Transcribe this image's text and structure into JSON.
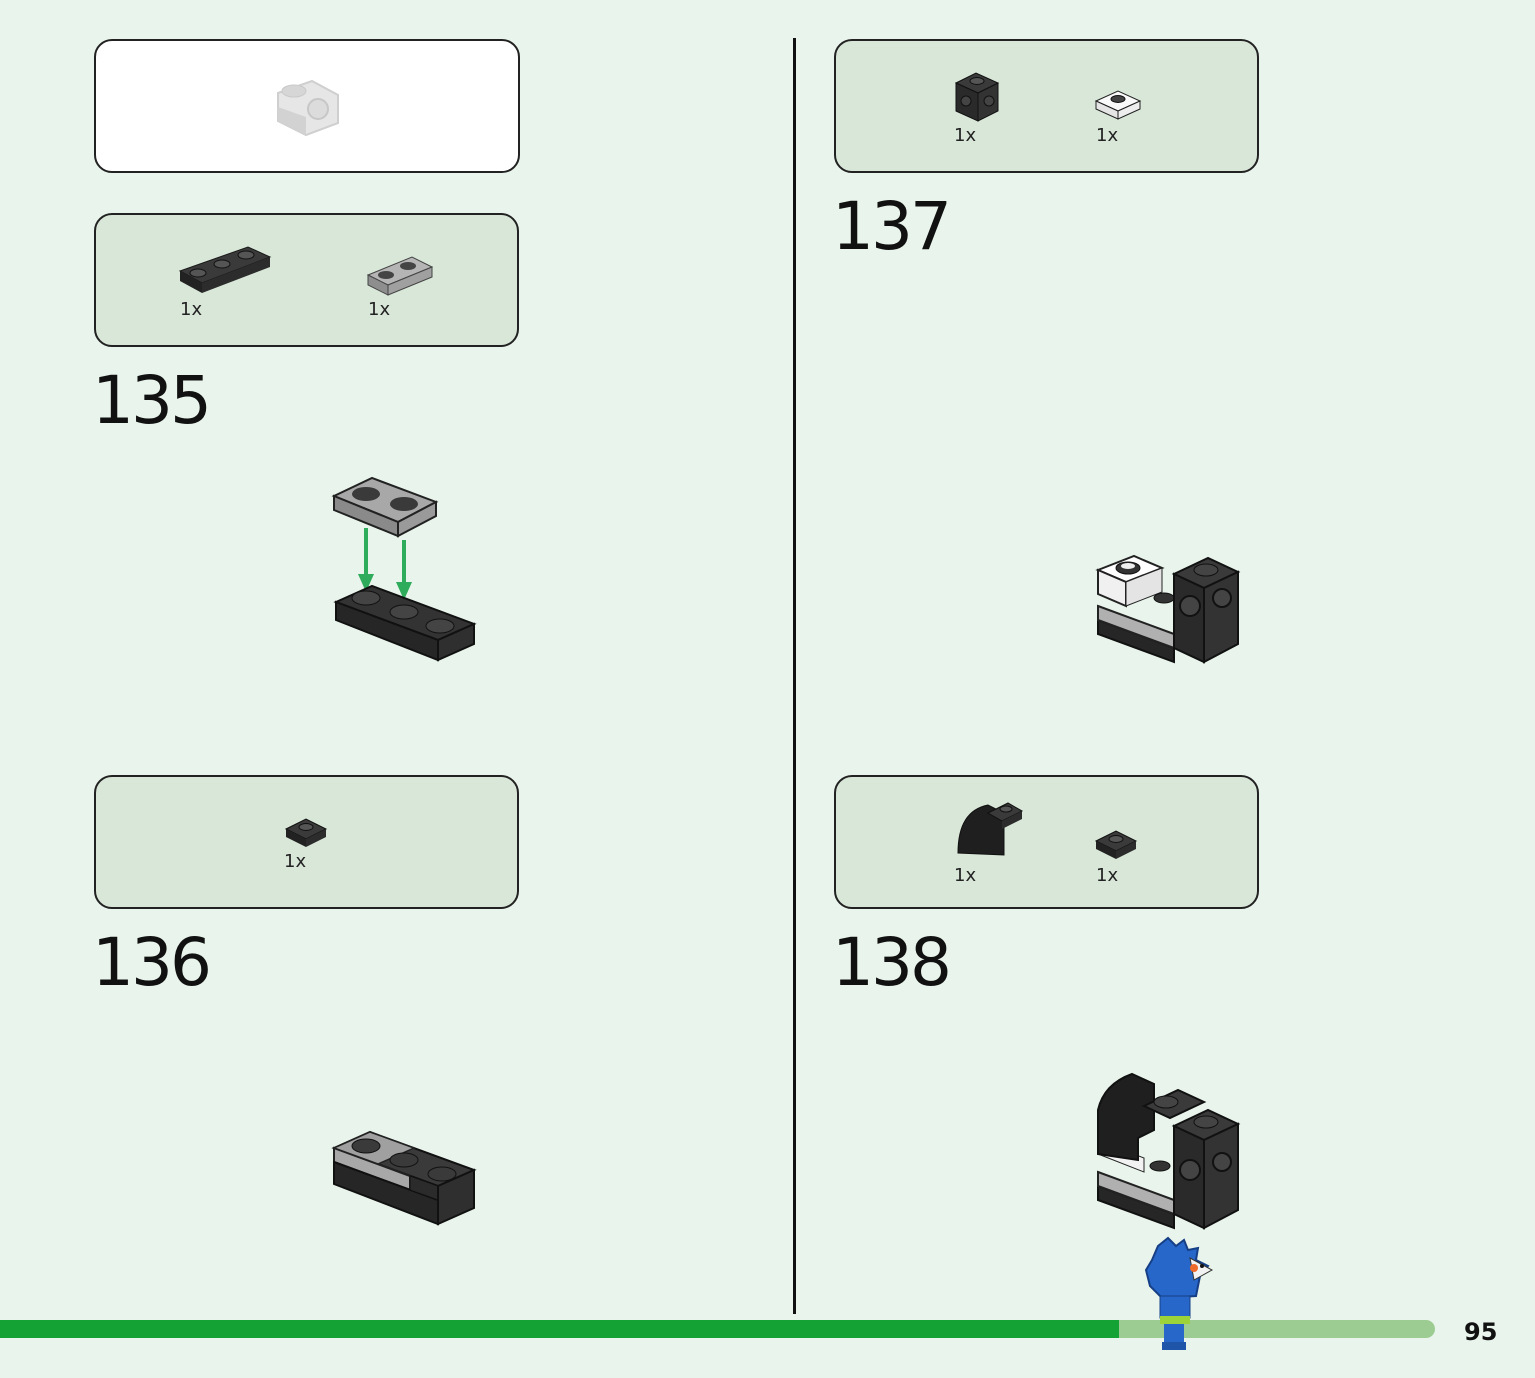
{
  "steps": {
    "s135": {
      "number": "135",
      "parts": [
        {
          "qty": "1x",
          "icon": "black-1x3-plate-icon"
        },
        {
          "qty": "1x",
          "icon": "grey-1x2-plate-icon"
        }
      ]
    },
    "s136": {
      "number": "136",
      "parts": [
        {
          "qty": "1x",
          "icon": "black-1x1-plate-icon"
        }
      ]
    },
    "s137": {
      "number": "137",
      "parts": [
        {
          "qty": "1x",
          "icon": "black-brick-studs-on-side-icon"
        },
        {
          "qty": "1x",
          "icon": "white-1x1-round-plate-icon"
        }
      ]
    },
    "s138": {
      "number": "138",
      "parts": [
        {
          "qty": "1x",
          "icon": "black-curved-slope-icon"
        },
        {
          "qty": "1x",
          "icon": "black-1x1-plate-icon"
        }
      ]
    }
  },
  "page_number": "95",
  "progress": {
    "fraction": 0.78
  },
  "colors": {
    "background": "#e9f5ec",
    "callout": "#d9e7d9",
    "progress_fill": "#14a235",
    "progress_track": "#9ccc91",
    "arrow": "#2eab5b"
  }
}
